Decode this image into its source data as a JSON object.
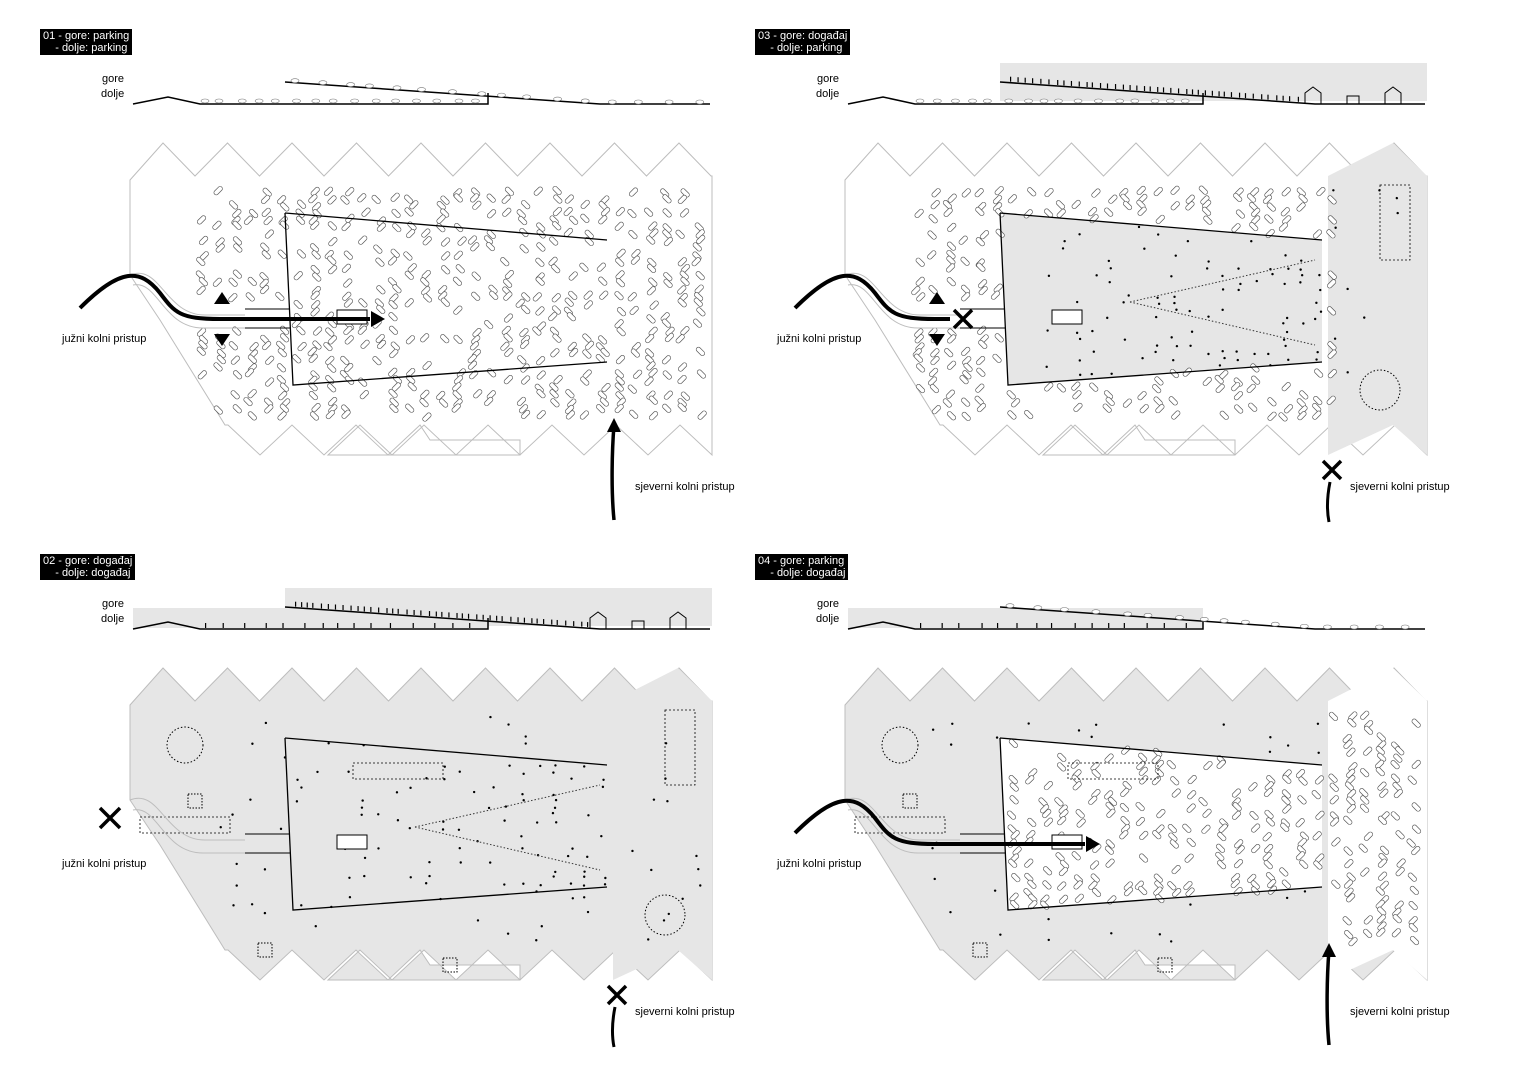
{
  "panels": [
    {
      "id": "01",
      "tag_line1": "01 - gore: parking",
      "tag_line2": "    - dolje: parking",
      "gore": "parking",
      "dolje": "parking",
      "south_access": "open",
      "north_access": "open"
    },
    {
      "id": "03",
      "tag_line1": "03 - gore: događaj",
      "tag_line2": "    - dolje: parking",
      "gore": "event",
      "dolje": "parking",
      "south_access": "blocked-arrow",
      "north_access": "blocked"
    },
    {
      "id": "02",
      "tag_line1": "02 - gore: događaj",
      "tag_line2": "    - dolje: događaj",
      "gore": "event",
      "dolje": "event",
      "south_access": "blocked",
      "north_access": "blocked"
    },
    {
      "id": "04",
      "tag_line1": "04 - gore: parking",
      "tag_line2": "    - dolje: događaj",
      "gore": "parking",
      "dolje": "event",
      "south_access": "open",
      "north_access": "open"
    }
  ],
  "labels": {
    "gore": "gore",
    "dolje": "dolje",
    "south": "južni kolni pristup",
    "north": "sjeverni kolni pristup"
  },
  "colors": {
    "event_fill": "#e6e6e6",
    "outline": "#bdbdbd",
    "ink": "#000000"
  }
}
